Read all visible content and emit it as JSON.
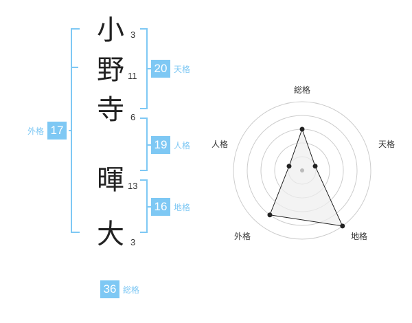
{
  "name": {
    "chars": [
      {
        "char": "小",
        "strokes": "3"
      },
      {
        "char": "野",
        "strokes": "11"
      },
      {
        "char": "寺",
        "strokes": "6"
      },
      {
        "char": "暉",
        "strokes": "13"
      },
      {
        "char": "大",
        "strokes": "3"
      }
    ]
  },
  "kaku": {
    "tenkaku": {
      "value": "20",
      "label": "天格"
    },
    "jinkaku": {
      "value": "19",
      "label": "人格"
    },
    "chikaku": {
      "value": "16",
      "label": "地格"
    },
    "gaikaku": {
      "value": "17",
      "label": "外格"
    },
    "soukaku": {
      "value": "36",
      "label": "総格"
    }
  },
  "colors": {
    "accent": "#7ec8f4",
    "radar_line": "#222222",
    "radar_fill": "#eeeeee",
    "grid": "#cccccc"
  },
  "chart_data": {
    "type": "radar",
    "axes": [
      "総格",
      "天格",
      "地格",
      "外格",
      "人格"
    ],
    "levels": 5,
    "values": [
      3,
      1,
      5,
      4,
      1
    ],
    "max": 5
  }
}
